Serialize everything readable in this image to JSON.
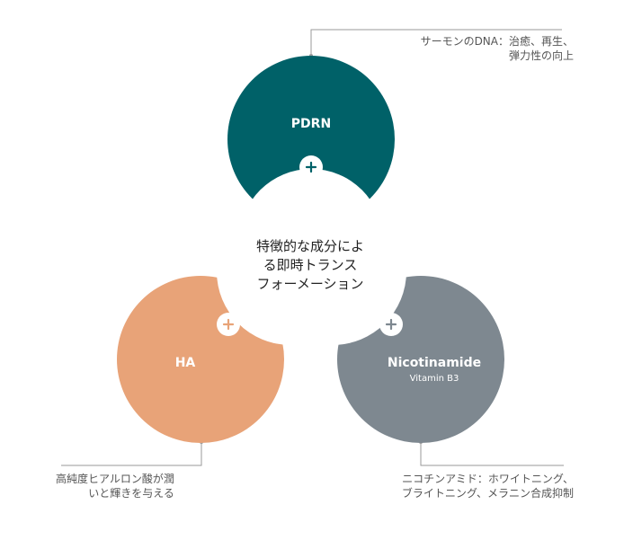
{
  "center": {
    "lines": [
      "特徴的な成分によ",
      "る即時トランス",
      "フォーメーション"
    ]
  },
  "nodes": [
    {
      "id": "pdrn",
      "title": "PDRN",
      "subtitle": "",
      "color": "#006168",
      "description_lines": [
        "サーモンのDNA：治癒、再生、",
        "弾力性の向上"
      ]
    },
    {
      "id": "ha",
      "title": "HA",
      "subtitle": "",
      "color": "#E8A378",
      "description_lines": [
        "高純度ヒアルロン酸が潤",
        "いと輝きを与える"
      ]
    },
    {
      "id": "nicotinamide",
      "title": "Nicotinamide",
      "subtitle": "Vitamin B3",
      "color": "#7E8890",
      "description_lines": [
        "ニコチンアミド：ホワイトニング、",
        "ブライトニング、メラニン合成抑制"
      ]
    }
  ],
  "colors": {
    "connector": "#9a9a9a",
    "background": "#ffffff"
  },
  "icons": {
    "plus": "plus-icon"
  }
}
